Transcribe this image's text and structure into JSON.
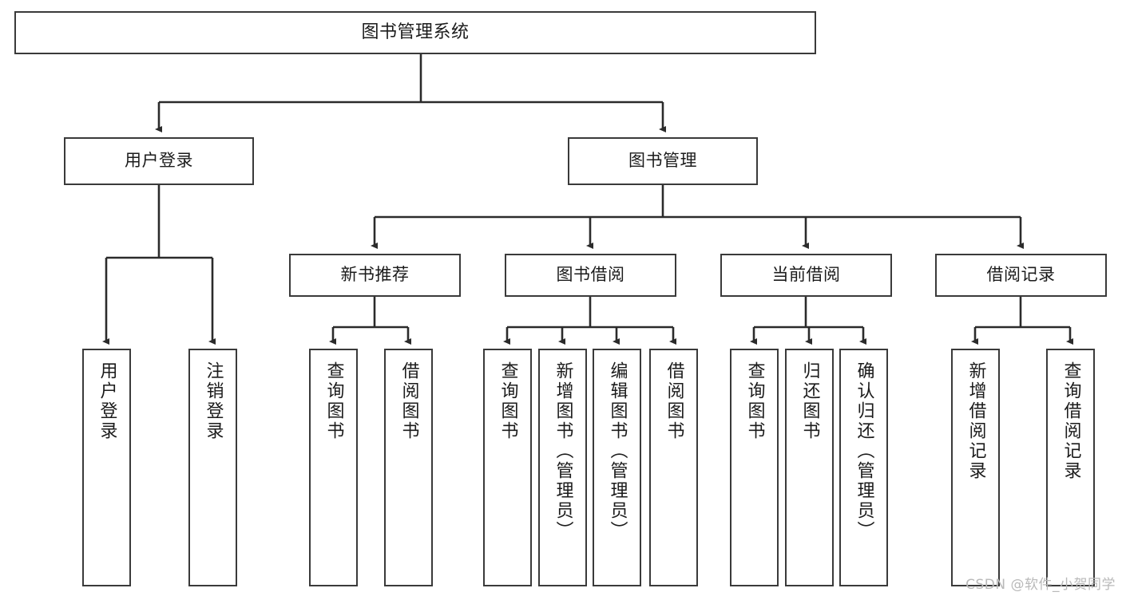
{
  "diagram": {
    "type": "tree",
    "title": "图书管理系统",
    "watermark": "CSDN @软件_小贺同学",
    "colors": {
      "box_border": "#3a3a3a",
      "box_fill": "#ffffff",
      "connector": "#2b2b2b",
      "text": "#1b1b1b",
      "watermark": "#b9b9b9",
      "background": "#ffffff"
    },
    "nodes": {
      "root": {
        "label": "图书管理系统"
      },
      "level1": [
        {
          "id": "user-login",
          "label": "用户登录"
        },
        {
          "id": "book-manage",
          "label": "图书管理"
        }
      ],
      "level2": [
        {
          "id": "new-book-rec",
          "label": "新书推荐",
          "parent": "book-manage"
        },
        {
          "id": "book-borrow",
          "label": "图书借阅",
          "parent": "book-manage"
        },
        {
          "id": "current-borrow",
          "label": "当前借阅",
          "parent": "book-manage"
        },
        {
          "id": "borrow-record",
          "label": "借阅记录",
          "parent": "book-manage"
        }
      ],
      "leaves": [
        {
          "id": "leaf-user-login",
          "label": "用户登录",
          "parent": "user-login"
        },
        {
          "id": "leaf-logout",
          "label": "注销登录",
          "parent": "user-login"
        },
        {
          "id": "leaf-query-book-1",
          "label": "查询图书",
          "parent": "new-book-rec"
        },
        {
          "id": "leaf-borrow-book-1",
          "label": "借阅图书",
          "parent": "new-book-rec"
        },
        {
          "id": "leaf-query-book-2",
          "label": "查询图书",
          "parent": "book-borrow"
        },
        {
          "id": "leaf-add-book",
          "label": "新增图书（管理员）",
          "parent": "book-borrow"
        },
        {
          "id": "leaf-edit-book",
          "label": "编辑图书（管理员）",
          "parent": "book-borrow"
        },
        {
          "id": "leaf-borrow-book-2",
          "label": "借阅图书",
          "parent": "book-borrow"
        },
        {
          "id": "leaf-query-book-3",
          "label": "查询图书",
          "parent": "current-borrow"
        },
        {
          "id": "leaf-return-book",
          "label": "归还图书",
          "parent": "current-borrow"
        },
        {
          "id": "leaf-confirm-return",
          "label": "确认归还（管理员）",
          "parent": "current-borrow"
        },
        {
          "id": "leaf-add-record",
          "label": "新增借阅记录",
          "parent": "borrow-record"
        },
        {
          "id": "leaf-query-record",
          "label": "查询借阅记录",
          "parent": "borrow-record"
        }
      ]
    }
  }
}
